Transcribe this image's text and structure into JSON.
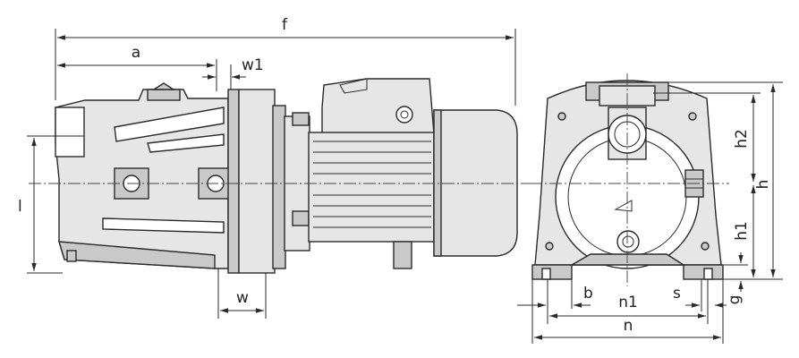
{
  "dimension_labels": {
    "f": "f",
    "a": "a",
    "w1": "w1",
    "l": "l",
    "w": "w",
    "h": "h",
    "h1": "h1",
    "h2": "h2",
    "b": "b",
    "n1": "n1",
    "n": "n",
    "s": "s",
    "g": "g"
  }
}
